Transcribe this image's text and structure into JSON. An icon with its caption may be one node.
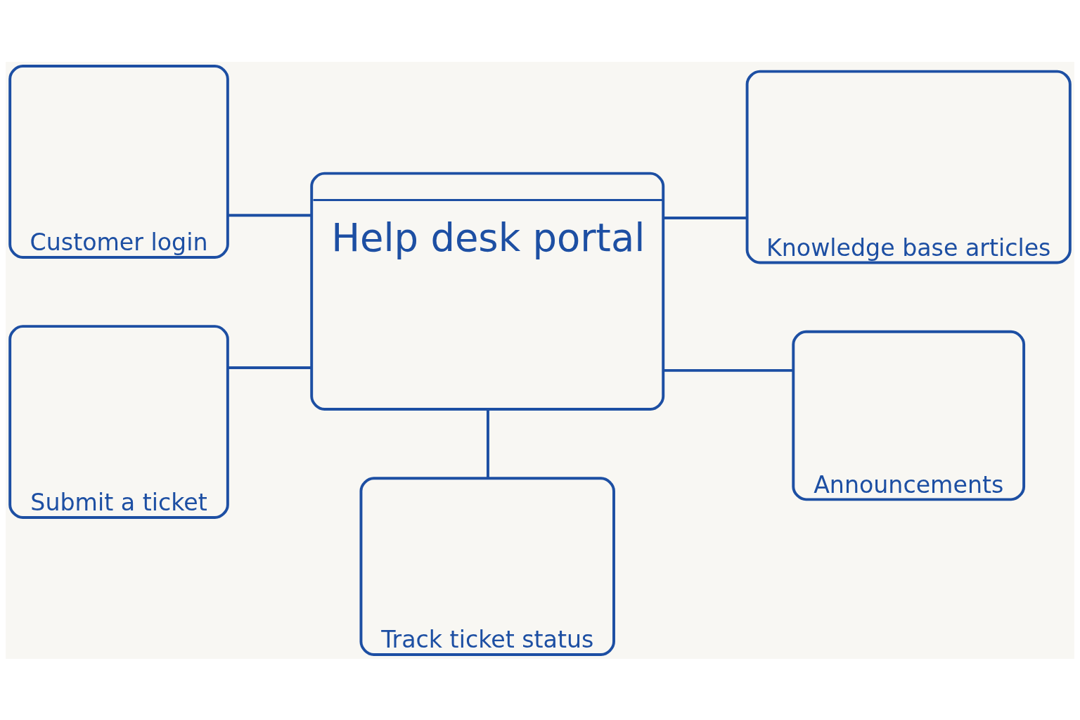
{
  "diagram": {
    "nodes": [
      {
        "text": [
          "Customer login"
        ]
      },
      {
        "text": [
          "Help desk portal"
        ]
      },
      {
        "text": [
          "Knowledge base articles"
        ]
      },
      {
        "text": [
          "Submit a ticket"
        ]
      },
      {
        "text": [
          "Announcements"
        ]
      },
      {
        "text": [
          "Track ticket status"
        ]
      }
    ],
    "edges": [
      {
        "from": 0,
        "to": 1,
        "arrow": "none"
      },
      {
        "from": 1,
        "to": 2,
        "arrow": "none"
      },
      {
        "from": 3,
        "to": 1,
        "arrow": "none"
      },
      {
        "from": 1,
        "to": 4,
        "arrow": "none"
      },
      {
        "from": 1,
        "to": 5,
        "arrow": "none"
      }
    ]
  }
}
